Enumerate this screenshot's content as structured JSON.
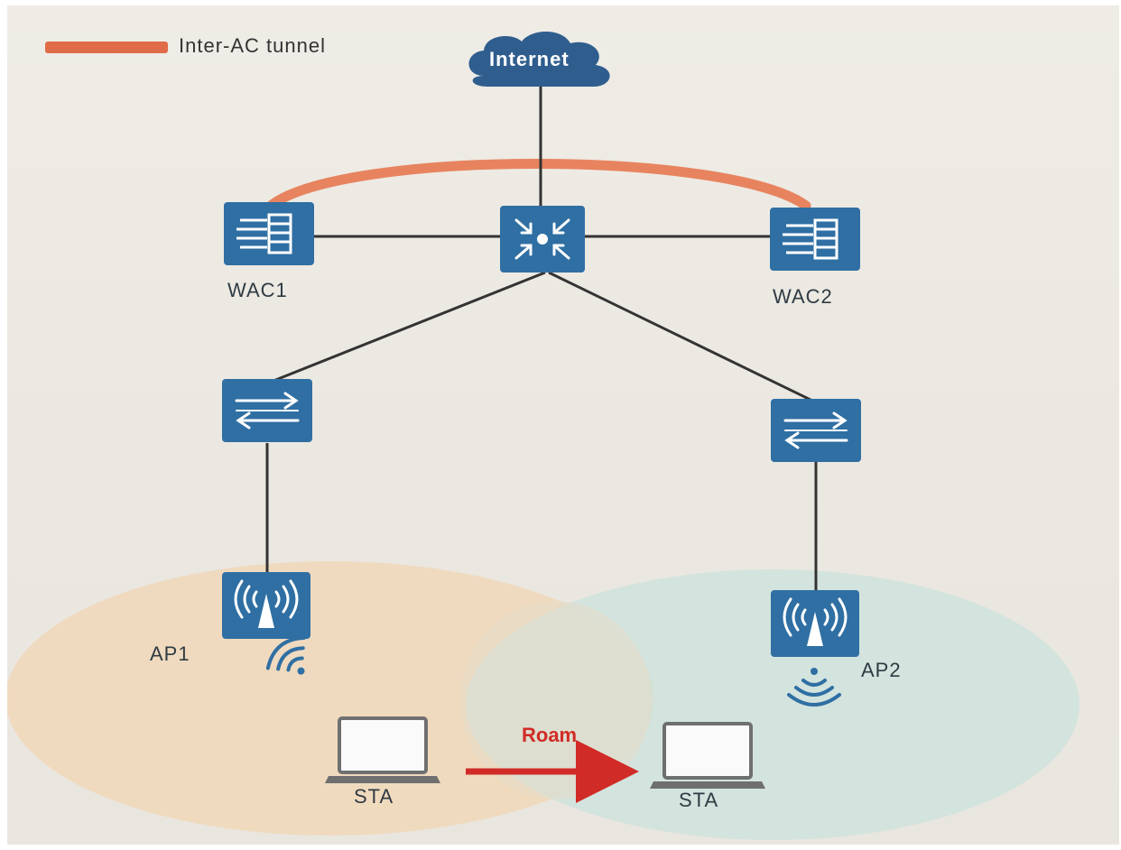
{
  "legend": {
    "label": "Inter-AC tunnel",
    "color": "#e06b48"
  },
  "nodes": {
    "internet": {
      "label": "Internet",
      "icon": "cloud-icon"
    },
    "core_switch": {
      "icon": "core-switch-icon"
    },
    "wac1": {
      "label": "WAC1",
      "icon": "wireless-ac-icon"
    },
    "wac2": {
      "label": "WAC2",
      "icon": "wireless-ac-icon"
    },
    "switch_left": {
      "icon": "switch-icon"
    },
    "switch_right": {
      "icon": "switch-icon"
    },
    "ap1": {
      "label": "AP1",
      "icon": "access-point-icon"
    },
    "ap2": {
      "label": "AP2",
      "icon": "access-point-icon"
    },
    "sta_left": {
      "label": "STA",
      "icon": "laptop-icon"
    },
    "sta_right": {
      "label": "STA",
      "icon": "laptop-icon"
    }
  },
  "roam": {
    "label": "Roam",
    "color": "#d12b27"
  },
  "colors": {
    "device": "#2f6fa3",
    "ap1_coverage": "#f0d5b3",
    "ap2_coverage": "#cfe0dc",
    "link": "#333333"
  }
}
